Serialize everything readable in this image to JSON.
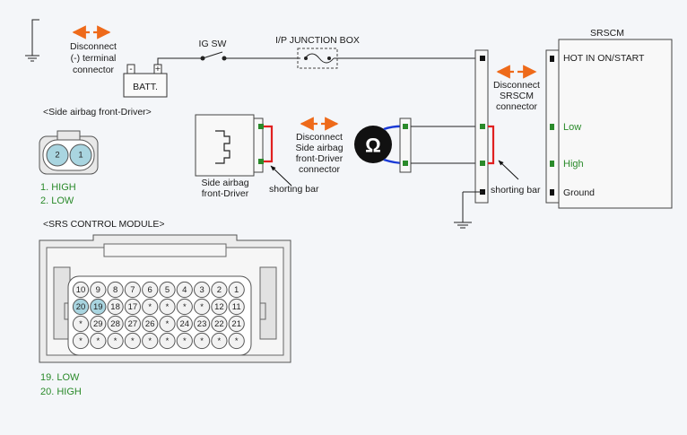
{
  "labels": {
    "disconnect_terminal": [
      "Disconnect",
      "(-) terminal",
      "connector"
    ],
    "ig_sw": "IG SW",
    "junction_box": "I/P JUNCTION BOX",
    "batt": "BATT.",
    "batt_minus": "-",
    "batt_plus": "+",
    "side_airbag_header": "<Side airbag front-Driver>",
    "side_airbag_component": [
      "Side airbag",
      "front-Driver"
    ],
    "disconnect_side_airbag": [
      "Disconnect",
      "Side airbag",
      "front-Driver",
      "connector"
    ],
    "shorting_bar": "shorting bar",
    "ohm_symbol": "Ω",
    "disconnect_srscm": [
      "Disconnect",
      "SRSCM",
      "connector"
    ],
    "srscm_title": "SRSCM",
    "srscm_pins": [
      "HOT IN ON/START",
      "Low",
      "High",
      "Ground"
    ],
    "control_module_header": "<SRS CONTROL MODULE>"
  },
  "side_airbag_connector": {
    "pins": [
      "2",
      "1"
    ],
    "legend": [
      "1. HIGH",
      "2. LOW"
    ]
  },
  "srs_control_module": {
    "rows": [
      [
        "10",
        "9",
        "8",
        "7",
        "6",
        "5",
        "4",
        "3",
        "2",
        "1"
      ],
      [
        "20",
        "19",
        "18",
        "17",
        "*",
        "*",
        "*",
        "*",
        "12",
        "11"
      ],
      [
        "*",
        "29",
        "28",
        "27",
        "26",
        "*",
        "24",
        "23",
        "22",
        "21"
      ],
      [
        "*",
        "*",
        "*",
        "*",
        "*",
        "*",
        "*",
        "*",
        "*",
        "*"
      ]
    ],
    "highlighted": [
      "19",
      "20"
    ],
    "legend": [
      "19. LOW",
      "20. HIGH"
    ]
  },
  "colors": {
    "wire_red": "#e02020",
    "wire_blue": "#1a3ad6",
    "arrow_orange": "#ee6a1a",
    "terminal_green": "#2a8a2a",
    "label_green": "#2a8a2a",
    "pin_highlight": "#a9d5e0"
  }
}
